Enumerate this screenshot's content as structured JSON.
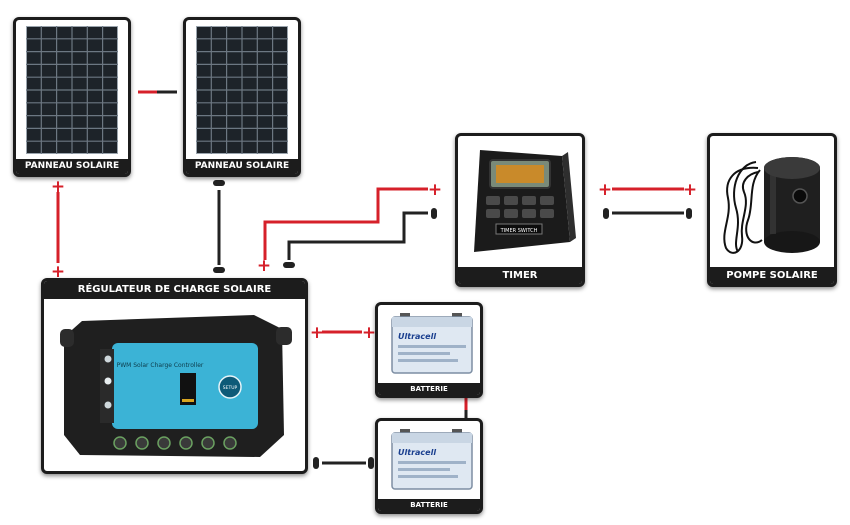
{
  "components": {
    "panel_1": {
      "label": "PANNEAU SOLAIRE"
    },
    "panel_2": {
      "label": "PANNEAU SOLAIRE"
    },
    "timer": {
      "label": "TIMER",
      "device_text": "TIMER SWITCH"
    },
    "pump": {
      "label": "POMPE SOLAIRE"
    },
    "regulator": {
      "label": "RÉGULATEUR DE CHARGE SOLAIRE",
      "device_text": "PWM Solar Charge Controller",
      "button_text": "SETUP"
    },
    "battery_1": {
      "label": "BATTERIE",
      "brand": "Ultracell"
    },
    "battery_2": {
      "label": "BATTERIE",
      "brand": "Ultracell"
    }
  },
  "terminals": {
    "positive": "+"
  },
  "colors": {
    "positive_wire": "#d6202a",
    "negative_wire": "#222222",
    "frame": "#1c1c1c",
    "regulator_face": "#3bb3d6",
    "battery_body": "#dfe8f2"
  }
}
